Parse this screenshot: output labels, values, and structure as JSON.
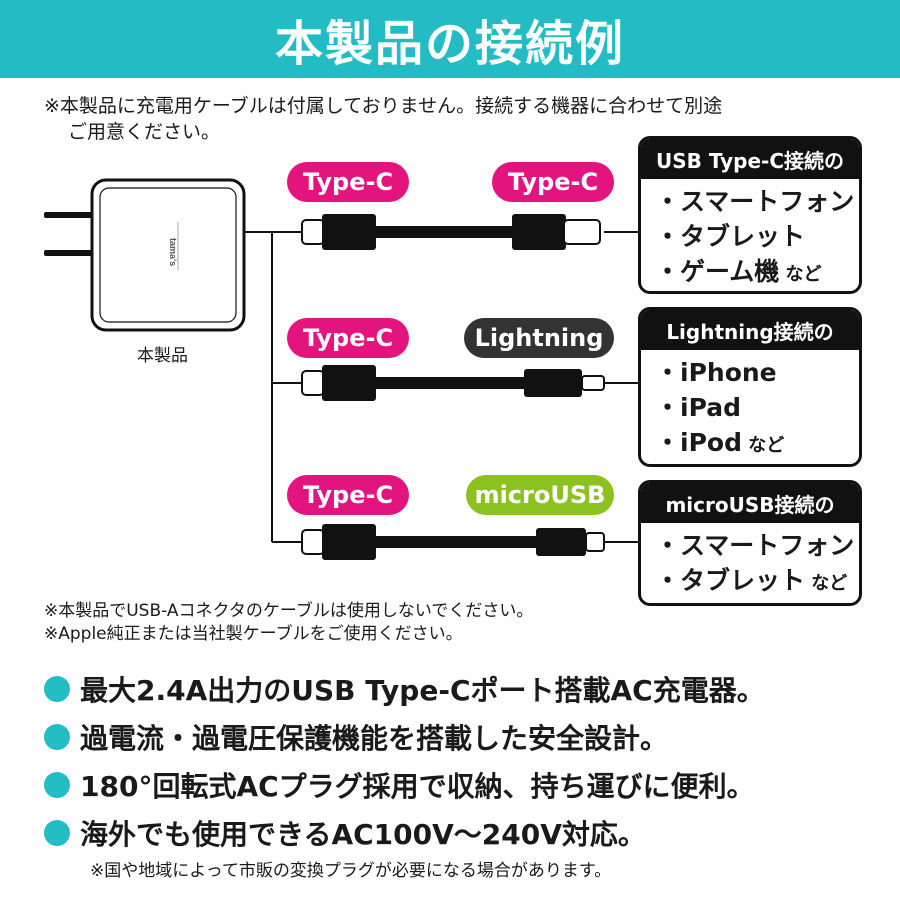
{
  "banner": {
    "title": "本製品の接続例"
  },
  "notes": {
    "top_line1": "※本製品に充電用ケーブルは付属しておりません。接続する機器に合わせて別途",
    "top_line2": "ご用意ください。",
    "mid_line1": "※本製品でUSB-Aコネクタのケーブルは使用しないでください。",
    "mid_line2": "※Apple純正または当社製ケーブルをご使用ください。",
    "bottom": "※国や地域によって市販の変換プラグが必要になる場合があります。"
  },
  "charger": {
    "label": "本製品",
    "brand_text": "tama's"
  },
  "colors": {
    "accent": "#23bcc4",
    "magenta": "#e3147d",
    "dark": "#333333",
    "green": "#8cc21f",
    "black": "#111111"
  },
  "connections": [
    {
      "left_label": "Type-C",
      "right_label": "Type-C",
      "right_color": "magenta",
      "box_header": "USB Type-C接続の",
      "items": [
        {
          "text": "・スマートフォン",
          "suffix": ""
        },
        {
          "text": "・タブレット",
          "suffix": ""
        },
        {
          "text": "・ゲーム機",
          "suffix": " など"
        }
      ]
    },
    {
      "left_label": "Type-C",
      "right_label": "Lightning",
      "right_color": "dark",
      "box_header": "Lightning接続の",
      "items": [
        {
          "text": "・iPhone",
          "suffix": ""
        },
        {
          "text": "・iPad",
          "suffix": ""
        },
        {
          "text": "・iPod",
          "suffix": " など"
        }
      ]
    },
    {
      "left_label": "Type-C",
      "right_label": "microUSB",
      "right_color": "green",
      "box_header": "microUSB接続の",
      "items": [
        {
          "text": "・スマートフォン",
          "suffix": ""
        },
        {
          "text": "・タブレット",
          "suffix": " など"
        }
      ]
    }
  ],
  "features": [
    "最大2.4A出力のUSB Type-Cポート搭載AC充電器。",
    "過電流・過電圧保護機能を搭載した安全設計。",
    "180°回転式ACプラグ採用で収納、持ち運びに便利。",
    "海外でも使用できるAC100V～240V対応。"
  ]
}
